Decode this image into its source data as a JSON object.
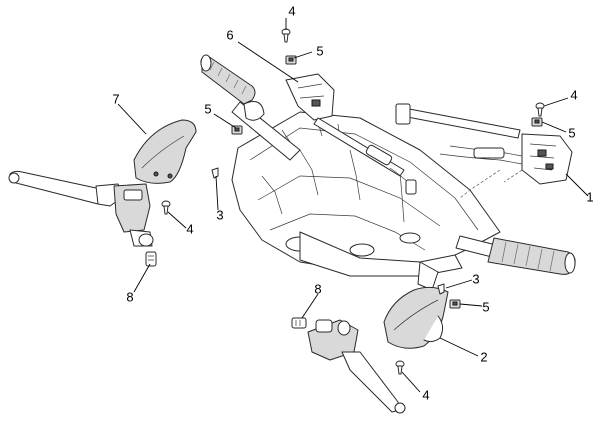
{
  "callouts": [
    "4",
    "6",
    "5",
    "7",
    "5",
    "4",
    "5",
    "1",
    "3",
    "4",
    "8",
    "3",
    "5",
    "8",
    "2",
    "4"
  ]
}
